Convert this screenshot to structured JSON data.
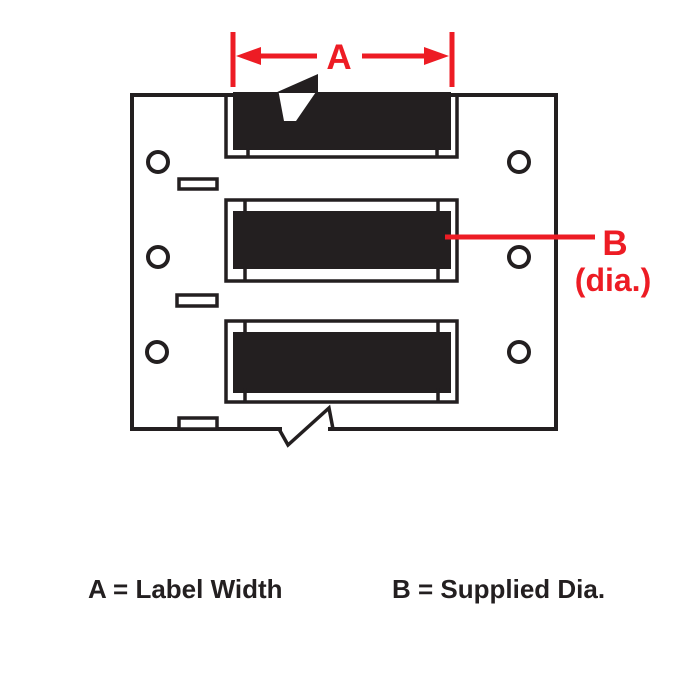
{
  "diagram": {
    "dim_a_label": "A",
    "dim_b_label": "B",
    "dim_b_sublabel": "(dia.)",
    "sleeves_visible": 3,
    "feed_holes_visible": 6,
    "liner_notches_visible": 3,
    "colors": {
      "red": "#ed1c24",
      "black": "#231f20",
      "background": "#ffffff"
    }
  },
  "legend": {
    "a": "A = Label Width",
    "b": "B = Supplied Dia."
  }
}
